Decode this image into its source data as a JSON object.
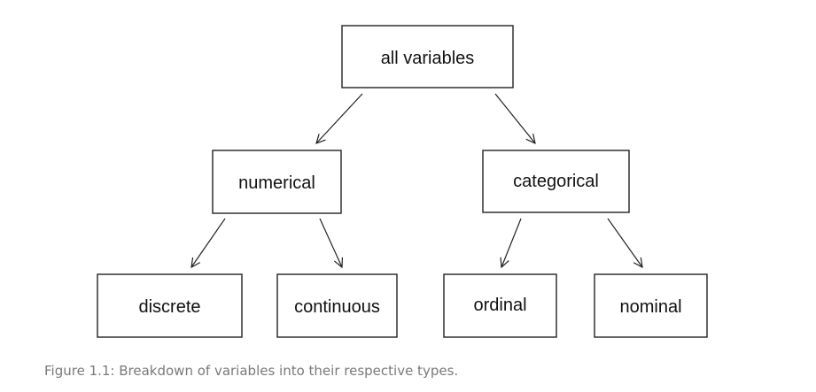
{
  "diagram": {
    "nodes": {
      "root": "all variables",
      "numerical": "numerical",
      "categorical": "categorical",
      "discrete": "discrete",
      "continuous": "continuous",
      "ordinal": "ordinal",
      "nominal": "nominal"
    },
    "edges": [
      [
        "root",
        "numerical"
      ],
      [
        "root",
        "categorical"
      ],
      [
        "numerical",
        "discrete"
      ],
      [
        "numerical",
        "continuous"
      ],
      [
        "categorical",
        "ordinal"
      ],
      [
        "categorical",
        "nominal"
      ]
    ]
  },
  "caption": "Figure 1.1: Breakdown of variables into their respective types."
}
